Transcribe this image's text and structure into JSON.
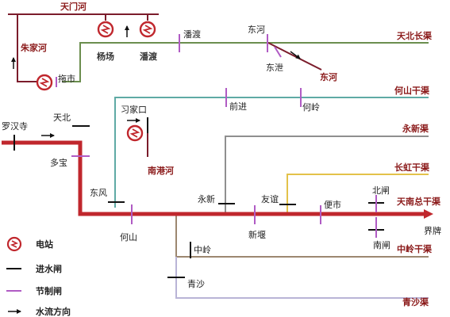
{
  "colors": {
    "main_canal": "#c0272d",
    "canal_red_label": "#c0272d",
    "canal_dark_red": "#7b1c2b",
    "canal_green": "#6b8e4e",
    "canal_teal": "#5faaa5",
    "canal_gray": "#8f8f8f",
    "canal_yellow": "#e3c24a",
    "canal_brown": "#9c8770",
    "canal_lavender": "#b9b4d6",
    "regulating_gate": "#b05bc4",
    "intake_gate": "#111111",
    "power_station": "#c0272d"
  },
  "rivers": {
    "tianmen": "天门河",
    "zhujia": "朱家河",
    "dong": "东河",
    "nangang": "南港河"
  },
  "canals": {
    "tianbei": "天北长渠",
    "heshan": "何山干渠",
    "yongxin": "永新渠",
    "changhong": "长虹干渠",
    "tiannan": "天南总干渠",
    "zhongling": "中岭干渠",
    "qingsha": "青沙渠"
  },
  "places": {
    "yangchang": "杨场",
    "panduc_station": "潘渡",
    "panduc": "潘渡",
    "donghe": "东河",
    "dongxie": "东泄",
    "tuoshi": "拖市",
    "tianbei": "天北",
    "luohansi": "罗汉寺",
    "duobao": "多宝",
    "xijiakou": "习家口",
    "qianjin": "前进",
    "heling": "何岭",
    "dongfeng": "东风",
    "heshan": "何山",
    "yongxin": "永新",
    "youyi": "友谊",
    "xinyan": "新堰",
    "bianshi": "便市",
    "beizha": "北闸",
    "nanzha": "南闸",
    "jiepai": "界牌",
    "zhongling": "中岭",
    "qingsha": "青沙"
  },
  "legend": {
    "power_station": "电站",
    "intake_gate": "进水闸",
    "regulating_gate": "节制闸",
    "flow_direction": "水流方向"
  },
  "icons": {
    "power_station": "power-station-icon",
    "flow_arrow": "arrow-icon"
  }
}
